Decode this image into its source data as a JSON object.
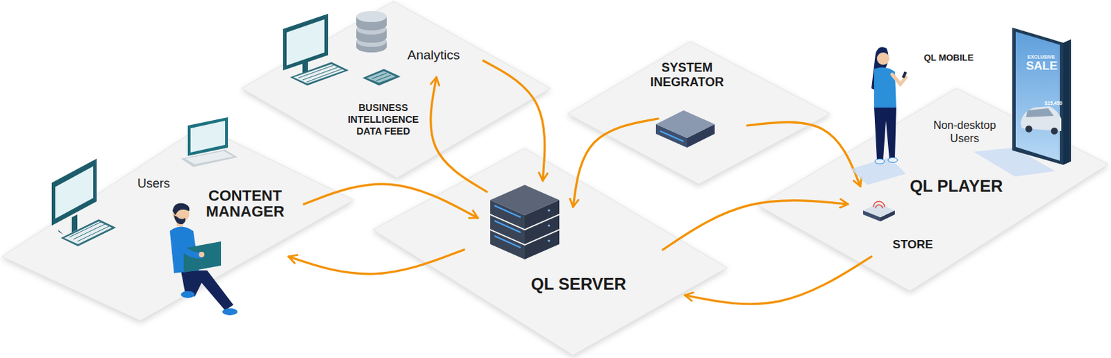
{
  "diagram": {
    "nodes": [
      {
        "text": [
          "Analytics",
          "BUSINESS INTELLIGENCE DATA FEED"
        ]
      },
      {
        "text": [
          "SYSTEM INEGRATOR"
        ]
      },
      {
        "text": [
          "Users",
          "CONTENT MANAGER"
        ]
      },
      {
        "text": [
          "QL SERVER"
        ]
      },
      {
        "text": [
          "QL MOBILE",
          "Non-desktop Users",
          "QL PLAYER",
          "STORE"
        ]
      }
    ],
    "edges": [
      {
        "from": 2,
        "to": 3,
        "arrow": "to"
      },
      {
        "from": 3,
        "to": 2,
        "arrow": "to"
      },
      {
        "from": 3,
        "to": 0,
        "arrow": "to"
      },
      {
        "from": 0,
        "to": 3,
        "arrow": "to"
      },
      {
        "from": 1,
        "to": 3,
        "arrow": "to"
      },
      {
        "from": 1,
        "to": 4,
        "arrow": "to"
      },
      {
        "from": 3,
        "to": 4,
        "arrow": "to"
      },
      {
        "from": 4,
        "to": 3,
        "arrow": "to"
      }
    ],
    "labels": [
      "EXCLUSIVE",
      "SALE",
      "$15,450"
    ]
  }
}
